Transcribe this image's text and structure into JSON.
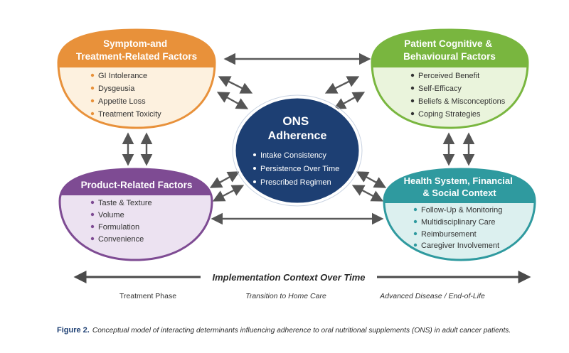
{
  "nodes": {
    "symptom": {
      "title_lines": [
        "Symptom-and",
        "Treatment-Related Factors"
      ],
      "items": [
        "GI Intolerance",
        "Dysgeusia",
        "Appetite Loss",
        "Treatment Toxicity"
      ],
      "color": "#e8913a",
      "fill": "#fdf1df"
    },
    "cognitive": {
      "title_lines": [
        "Patient Cognitive &",
        "Behavioural Factors"
      ],
      "items": [
        "Perceived Benefit",
        "Self-Efficacy",
        "Beliefs & Misconceptions",
        "Coping Strategies"
      ],
      "color": "#79b63f",
      "fill": "#eaf4dc"
    },
    "center": {
      "title_lines": [
        "ONS",
        "Adherence"
      ],
      "items": [
        "Intake Consistency",
        "Persistence Over Time",
        "Prescribed Regimen"
      ],
      "color": "#1d3f73"
    },
    "product": {
      "title_lines": [
        "Product-Related Factors"
      ],
      "items": [
        "Taste & Texture",
        "Volume",
        "Formulation",
        "Convenience"
      ],
      "color": "#7e4b93",
      "fill": "#ece2f1"
    },
    "health": {
      "title_lines": [
        "Health System, Financial",
        "& Social Context"
      ],
      "items": [
        "Follow-Up & Monitoring",
        "Multidisciplinary Care",
        "Reimbursement",
        "Caregiver Involvement"
      ],
      "color": "#2f9a9f",
      "fill": "#dcf0ef"
    }
  },
  "timeline": {
    "title": "Implementation Context Over Time",
    "phases": [
      "Treatment Phase",
      "Transition to Home Care",
      "Advanced Disease / End-of-Life"
    ]
  },
  "caption": {
    "label": "Figure 2.",
    "text": "Conceptual model of interacting determinants influencing adherence to oral nutritional supplements (ONS) in adult cancer patients."
  }
}
